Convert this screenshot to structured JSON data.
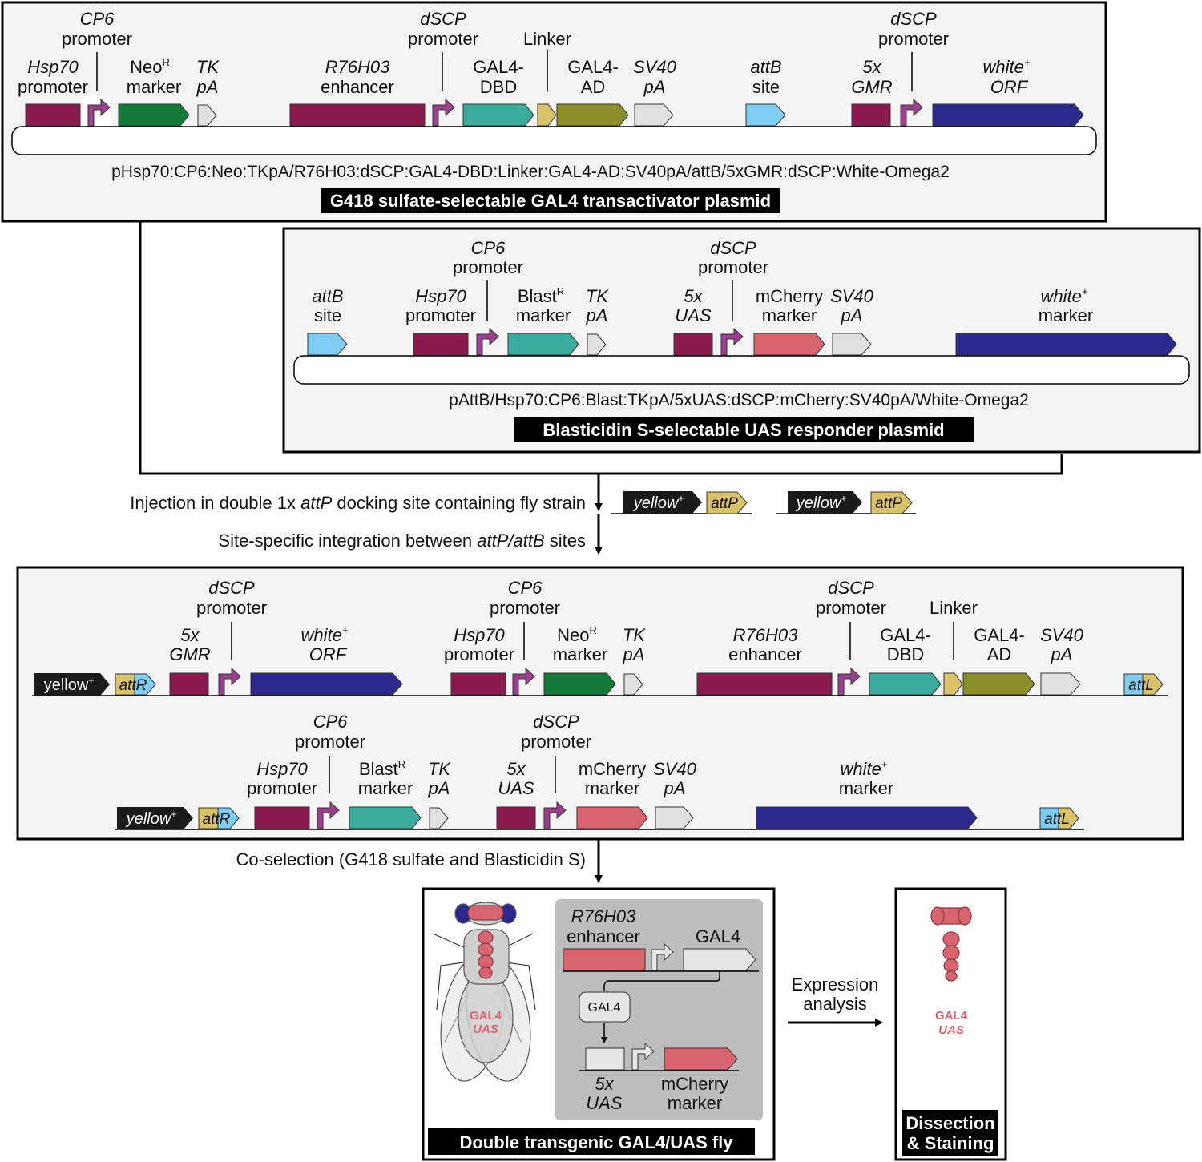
{
  "colors": {
    "hsp70": "#8b1a4f",
    "neo": "#137a3a",
    "tk": "#e0e0e0",
    "r76h03": "#8b1a4f",
    "gal4dbd": "#3aab9c",
    "linker": "#d9c26a",
    "gal4ad": "#8c8d2b",
    "sv40": "#e0e0e0",
    "attb": "#7fcdf2",
    "gmr": "#8b1a4f",
    "white": "#2b2a8c",
    "promoter": "#9b3f8f",
    "mcherry": "#d8646f",
    "blast": "#3aab9c",
    "yellow": "#1a1a1a",
    "panel_bg": "#f4f4f4",
    "gray_box": "#bdbdbd",
    "fly_pink": "#d8646f"
  },
  "plasmid1": {
    "labels": {
      "cp6_a": "CP6",
      "cp6_b": "promoter",
      "hsp70_a": "Hsp70",
      "hsp70_b": "promoter",
      "neo_a": "Neo",
      "neo_sup": "R",
      "neo_b": "marker",
      "tk_a": "TK",
      "tk_b": "pA",
      "r76_a": "R76H03",
      "r76_b": "enhancer",
      "dscp_a": "dSCP",
      "dscp_b": "promoter",
      "dbd_a": "GAL4-",
      "dbd_b": "DBD",
      "linker": "Linker",
      "ad_a": "GAL4-",
      "ad_b": "AD",
      "sv40_a": "SV40",
      "sv40_b": "pA",
      "attb_a": "attB",
      "attb_b": "site",
      "gmr_a": "5x",
      "gmr_b": "GMR",
      "dscp2_a": "dSCP",
      "dscp2_b": "promoter",
      "white_a": "white",
      "white_sup": "+",
      "white_b": "ORF"
    },
    "construct": "pHsp70:CP6:Neo:TKpA/R76H03:dSCP:GAL4-DBD:Linker:GAL4-AD:SV40pA/attB/5xGMR:dSCP:White-Omega2",
    "title": "G418 sulfate-selectable GAL4 transactivator plasmid"
  },
  "plasmid2": {
    "labels": {
      "attb_a": "attB",
      "attb_b": "site",
      "cp6_a": "CP6",
      "cp6_b": "promoter",
      "hsp70_a": "Hsp70",
      "hsp70_b": "promoter",
      "blast_a": "Blast",
      "blast_sup": "R",
      "blast_b": "marker",
      "tk_a": "TK",
      "tk_b": "pA",
      "dscp_a": "dSCP",
      "dscp_b": "promoter",
      "uas_a": "5x",
      "uas_b": "UAS",
      "mch_a": "mCherry",
      "mch_b": "marker",
      "sv40_a": "SV40",
      "sv40_b": "pA",
      "white_a": "white",
      "white_sup": "+",
      "white_b": "marker"
    },
    "construct": "pAttB/Hsp70:CP6:Blast:TKpA/5xUAS:dSCP:mCherry:SV40pA/White-Omega2",
    "title": "Blasticidin S-selectable UAS responder plasmid"
  },
  "steps": {
    "injection_pre": "Injection in double 1x ",
    "injection_it": "attP",
    "injection_post": " docking site containing fly strain",
    "integration_pre": "Site-specific integration between ",
    "integration_it": "attP/attB",
    "integration_post": " sites",
    "coselection": "Co-selection (G418 sulfate and Blasticidin S)",
    "expression_a": "Expression",
    "expression_b": "analysis"
  },
  "docking": {
    "yellow": "yellow",
    "yellow_sup": "+",
    "attp": "attP"
  },
  "integrated": {
    "row1": {
      "yellow": "yellow",
      "yellow_sup": "+",
      "attr": "attR",
      "attl": "attL",
      "dscp_a": "dSCP",
      "dscp_b": "promoter",
      "gmr_a": "5x",
      "gmr_b": "GMR",
      "white_a": "white",
      "white_sup": "+",
      "white_b": "ORF",
      "cp6_a": "CP6",
      "cp6_b": "promoter",
      "hsp70_a": "Hsp70",
      "hsp70_b": "promoter",
      "neo_a": "Neo",
      "neo_sup": "R",
      "neo_b": "marker",
      "tk_a": "TK",
      "tk_b": "pA",
      "r76_a": "R76H03",
      "r76_b": "enhancer",
      "dscp2_a": "dSCP",
      "dscp2_b": "promoter",
      "linker": "Linker",
      "dbd_a": "GAL4-",
      "dbd_b": "DBD",
      "ad_a": "GAL4-",
      "ad_b": "AD",
      "sv40_a": "SV40",
      "sv40_b": "pA"
    },
    "row2": {
      "yellow": "yellow",
      "yellow_sup": "+",
      "attr": "attR",
      "attl": "attL",
      "cp6_a": "CP6",
      "cp6_b": "promoter",
      "hsp70_a": "Hsp70",
      "hsp70_b": "promoter",
      "blast_a": "Blast",
      "blast_sup": "R",
      "blast_b": "marker",
      "tk_a": "TK",
      "tk_b": "pA",
      "dscp_a": "dSCP",
      "dscp_b": "promoter",
      "uas_a": "5x",
      "uas_b": "UAS",
      "mch_a": "mCherry",
      "mch_b": "marker",
      "sv40_a": "SV40",
      "sv40_b": "pA",
      "white_a": "white",
      "white_sup": "+",
      "white_b": "marker"
    }
  },
  "fly_panel": {
    "fly_gal4": "GAL4",
    "fly_uas": "UAS",
    "r76_a": "R76H03",
    "r76_b": "enhancer",
    "gal4": "GAL4",
    "gal4_protein": "GAL4",
    "uas_a": "5x",
    "uas_b": "UAS",
    "mch_a": "mCherry",
    "mch_b": "marker",
    "title": "Double transgenic GAL4/UAS fly"
  },
  "dissection": {
    "gal4": "GAL4",
    "uas": "UAS",
    "title_a": "Dissection",
    "title_b": "& Staining"
  }
}
